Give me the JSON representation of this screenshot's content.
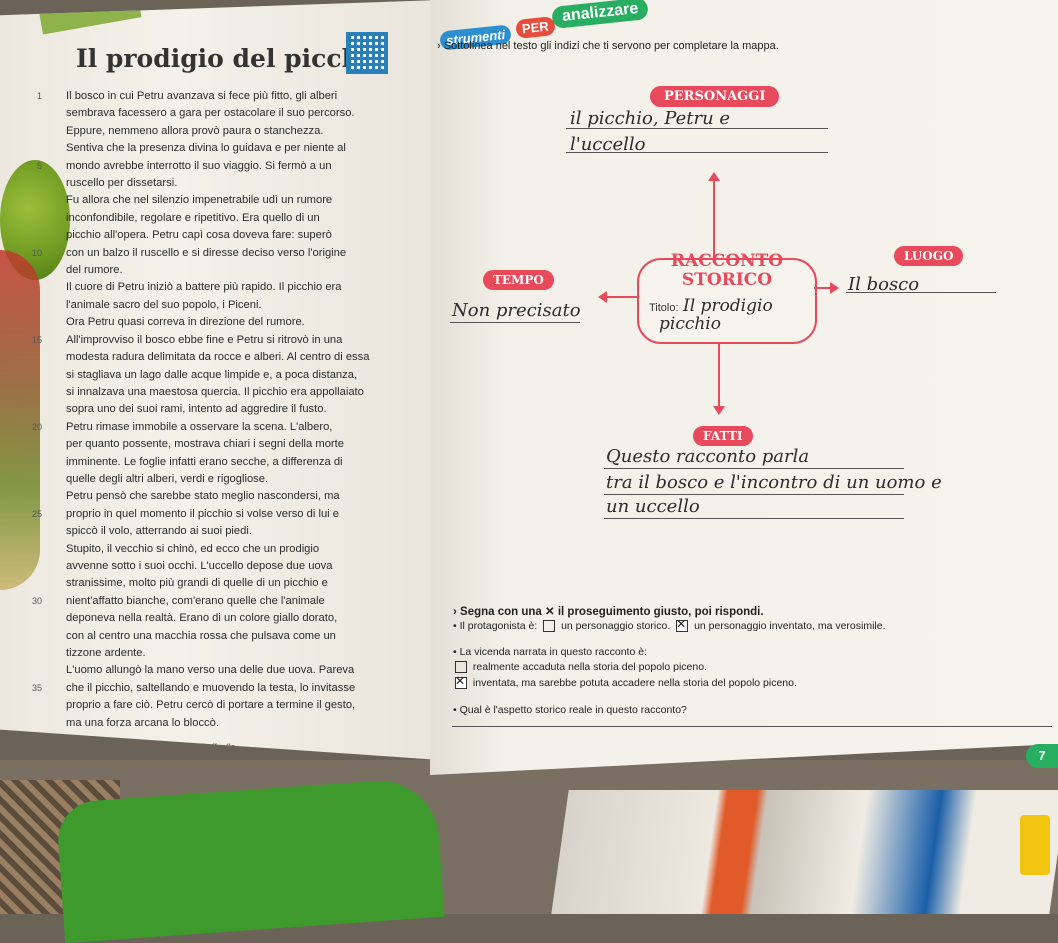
{
  "left": {
    "title": "Il prodigio del picchio",
    "story": [
      {
        "num": "1",
        "text": "Il bosco in cui Petru avanzava si fece più fitto, gli alberi"
      },
      {
        "num": "",
        "text": "sembrava facessero a gara per ostacolare il suo percorso."
      },
      {
        "num": "",
        "text": "Eppure, nemmeno allora provò paura o stanchezza."
      },
      {
        "num": "",
        "text": "Sentiva che la presenza divina lo guidava e per niente al"
      },
      {
        "num": "5",
        "text": "mondo avrebbe interrotto il suo viaggio. Si fermò a un"
      },
      {
        "num": "",
        "text": "ruscello per dissetarsi."
      },
      {
        "num": "",
        "text": "Fu allora che nel silenzio impenetrabile udì un rumore"
      },
      {
        "num": "",
        "text": "inconfondibile, regolare e ripetitivo. Era quello di un"
      },
      {
        "num": "",
        "text": "picchio all'opera. Petru capì cosa doveva fare: superò"
      },
      {
        "num": "10",
        "text": "con un balzo il ruscello e si diresse deciso verso l'origine"
      },
      {
        "num": "",
        "text": "del rumore."
      },
      {
        "num": "",
        "text": "Il cuore di Petru iniziò a battere più rapido. Il picchio era"
      },
      {
        "num": "",
        "text": "l'animale sacro del suo popolo, i Piceni."
      },
      {
        "num": "",
        "text": "Ora Petru quasi correva in direzione del rumore."
      },
      {
        "num": "15",
        "text": "All'improvviso il bosco ebbe fine e Petru si ritrovò in una"
      },
      {
        "num": "",
        "text": "modesta radura delimitata da rocce e alberi. Al centro di essa"
      },
      {
        "num": "",
        "text": "si stagliava un lago dalle acque limpide e, a poca distanza,"
      },
      {
        "num": "",
        "text": "si innalzava una maestosa quercia. Il picchio era appollaiato"
      },
      {
        "num": "",
        "text": "sopra uno dei suoi rami, intento ad aggredire il fusto."
      },
      {
        "num": "20",
        "text": "Petru rimase immobile a osservare la scena. L'albero,"
      },
      {
        "num": "",
        "text": "per quanto possente, mostrava chiari i segni della morte"
      },
      {
        "num": "",
        "text": "imminente. Le foglie infatti erano secche, a differenza di"
      },
      {
        "num": "",
        "text": "quelle degli altri alberi, verdi e rigogliose."
      },
      {
        "num": "",
        "text": "Petru pensò che sarebbe stato meglio nascondersi, ma"
      },
      {
        "num": "25",
        "text": "proprio in quel momento il picchio si volse verso di lui e"
      },
      {
        "num": "",
        "text": "spiccò il volo, atterrando ai suoi piedi."
      },
      {
        "num": "",
        "text": "Stupito, il vecchio si chinò, ed ecco che un prodigio"
      },
      {
        "num": "",
        "text": "avvenne sotto i suoi occhi. L'uccello depose due uova"
      },
      {
        "num": "",
        "text": "stranissime, molto più grandi di quelle di un picchio e"
      },
      {
        "num": "30",
        "text": "nient'affatto bianche, com'erano quelle che l'animale"
      },
      {
        "num": "",
        "text": "deponeva nella realtà. Erano di un colore giallo dorato,"
      },
      {
        "num": "",
        "text": "con al centro una macchia rossa che pulsava come un"
      },
      {
        "num": "",
        "text": "tizzone ardente."
      },
      {
        "num": "",
        "text": "L'uomo allungò la mano verso una delle due uova. Pareva"
      },
      {
        "num": "35",
        "text": "che il picchio, saltellando e muovendo la testa, lo invitasse"
      },
      {
        "num": "",
        "text": "proprio a fare ciò. Petru cercò di portare a termine il gesto,"
      },
      {
        "num": "",
        "text": "ma una forza arcana lo bloccò."
      }
    ],
    "credit": "M. Santuliana, Lo pietro del sole, Raffaello"
  },
  "right": {
    "badges": {
      "strumenti": "strumenti",
      "per": "PER",
      "analizzare": "analizzare"
    },
    "instruction": "› Sottolinea nel testo gli indizi che ti servono per completare la mappa.",
    "map": {
      "personaggi_label": "PERSONAGGI",
      "personaggi_answers": [
        "il picchio, Petru e",
        "l'uccello"
      ],
      "tempo_label": "TEMPO",
      "tempo_answer": "Non precisato",
      "racconto_label_1": "RACCONTO",
      "racconto_label_2": "STORICO",
      "titolo_label": "Titolo:",
      "titolo_answer_1": "Il prodigio",
      "titolo_answer_2": "picchio",
      "luogo_label": "LUOGO",
      "luogo_answer": "Il bosco",
      "fatti_label": "FATTI",
      "fatti_answers": [
        "Questo racconto parla",
        "tra il bosco e l'incontro di un uomo e",
        "un uccello"
      ]
    },
    "questions": {
      "heading": "› Segna con una ✕ il proseguimento giusto, poi rispondi.",
      "q1_label": "• Il protagonista è:",
      "q1_opt1": "un personaggio storico.",
      "q1_opt2": "un personaggio inventato, ma verosimile.",
      "q2_label": "• La vicenda narrata in questo racconto è:",
      "q2_opt1": "realmente accaduta nella storia del popolo piceno.",
      "q2_opt2": "inventata, ma sarebbe potuta accadere nella storia del popolo piceno.",
      "q3_label": "• Qual è l'aspetto storico reale in questo racconto?"
    },
    "page_number": "7"
  },
  "colors": {
    "accent_red": "#e8495b",
    "accent_green": "#27ae60",
    "accent_blue": "#2c8fcf"
  }
}
